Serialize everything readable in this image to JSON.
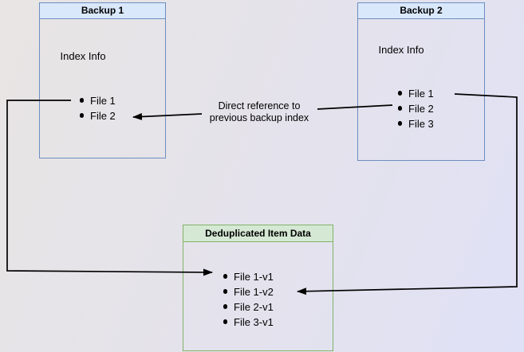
{
  "diagram": {
    "backup1": {
      "title": "Backup 1",
      "section_label": "Index Info",
      "files": [
        "File 1",
        "File 2"
      ]
    },
    "backup2": {
      "title": "Backup 2",
      "section_label": "Index Info",
      "files": [
        "File 1",
        "File 2",
        "File 3"
      ]
    },
    "dedup": {
      "title": "Deduplicated Item Data",
      "items": [
        "File 1-v1",
        "File 1-v2",
        "File 2-v1",
        "File 3-v1"
      ]
    },
    "annotation": "Direct reference to\nprevious backup index",
    "connectors": [
      "backup1 File 1 -> dedup File 1-v1",
      "backup2 File 1 -> dedup File 1-v2",
      "backup2 File 2 -> backup1 File 2 (direct reference to previous backup index)"
    ],
    "colors": {
      "blue_fill": "#dae8fc",
      "blue_stroke": "#6c8ebf",
      "green_fill": "#d5e8d4",
      "green_stroke": "#82b366",
      "connector": "#000000",
      "text": "#000000"
    }
  }
}
